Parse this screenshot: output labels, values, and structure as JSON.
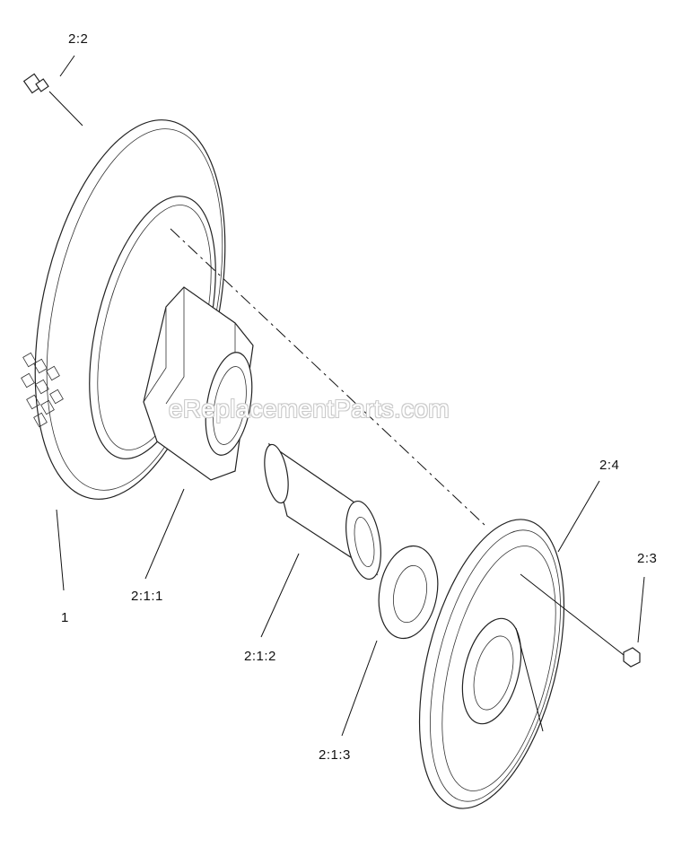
{
  "callouts": {
    "c_2_2": "2:2",
    "c_1": "1",
    "c_2_1_1": "2:1:1",
    "c_2_1_2": "2:1:2",
    "c_2_1_3": "2:1:3",
    "c_2_4": "2:4",
    "c_2_3": "2:3"
  },
  "watermark": "eReplacementParts.com",
  "colors": {
    "line": "#222222",
    "background": "#ffffff"
  }
}
